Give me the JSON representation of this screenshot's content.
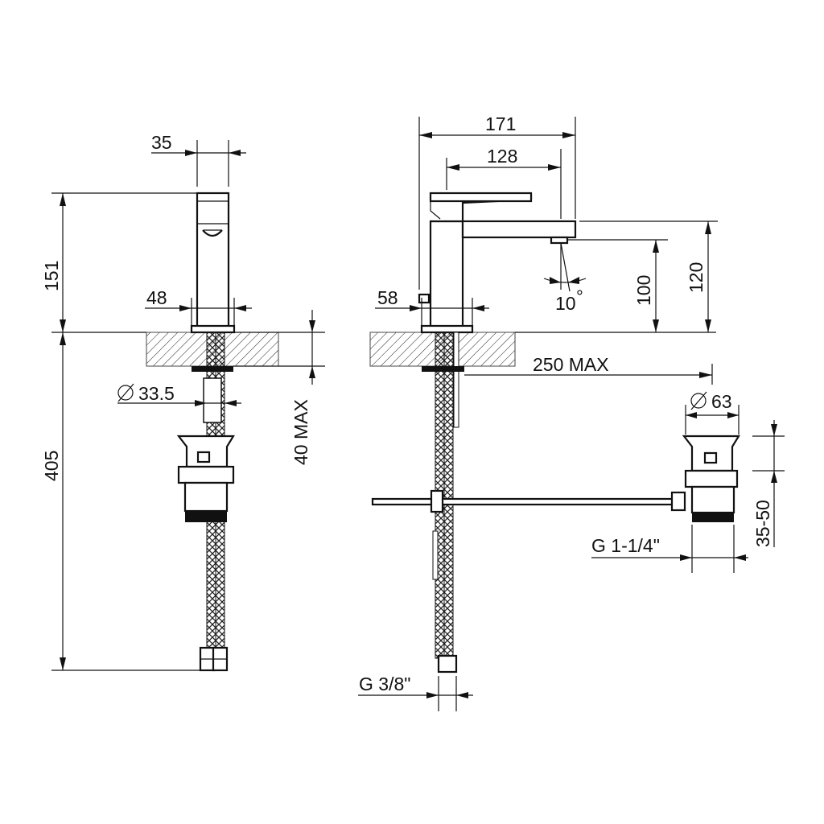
{
  "side_view": {
    "dim_width_top": "35",
    "dim_height_spout": "151",
    "dim_base_width": "48",
    "dim_hole_diameter": "33.5",
    "dim_deck_thickness": "40 MAX",
    "dim_total_below": "405"
  },
  "front_view": {
    "dim_overall_length": "171",
    "dim_spout_reach": "128",
    "dim_base_width": "58",
    "dim_spout_angle": "10",
    "dim_angle_unit": "°",
    "dim_outlet_height": "100",
    "dim_total_height": "120",
    "dim_drain_distance": "250 MAX",
    "dim_waste_diameter": "63",
    "dim_waste_adjust": "35-50",
    "dim_waste_thread": "G 1-1/4\"",
    "dim_hose_thread": "G 3/8\""
  },
  "symbols": {
    "diameter_symbol": "diameter-icon"
  }
}
